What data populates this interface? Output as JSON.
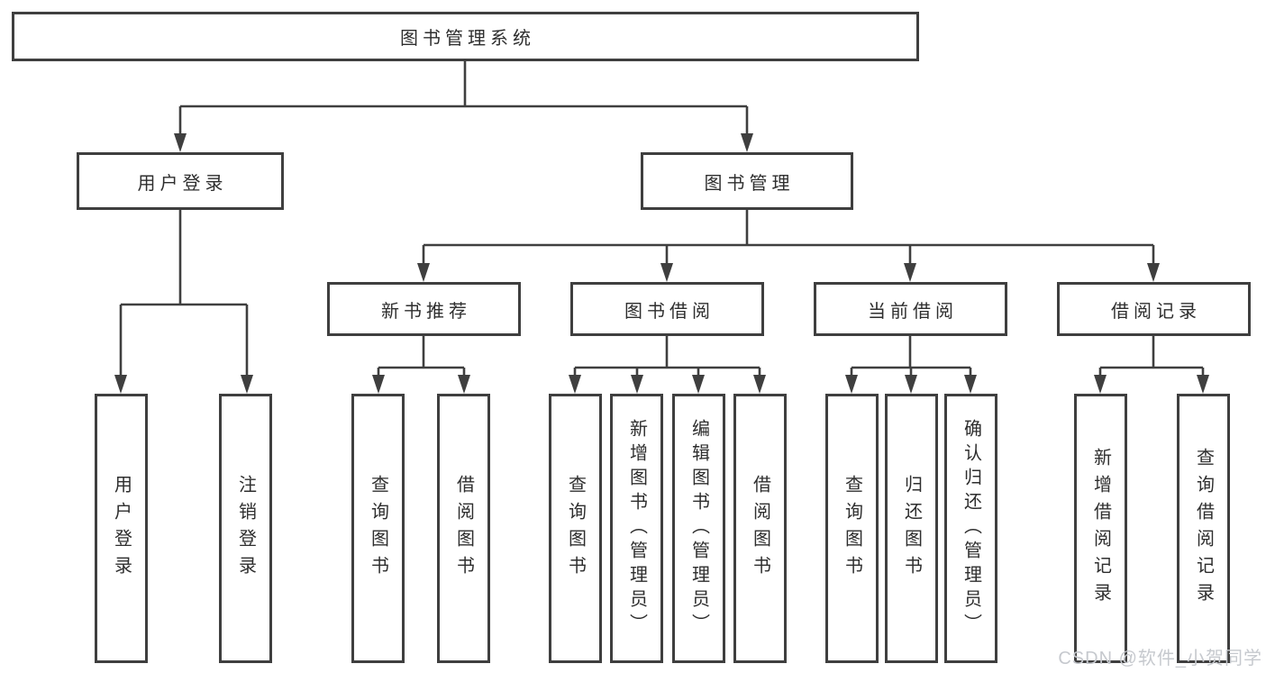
{
  "diagram": {
    "root": {
      "label": "图书管理系统"
    },
    "level2": [
      {
        "id": "user-login",
        "label": "用户登录"
      },
      {
        "id": "book-management",
        "label": "图书管理"
      }
    ],
    "level3": [
      {
        "id": "new-book-recommend",
        "label": "新书推荐"
      },
      {
        "id": "book-borrowing",
        "label": "图书借阅"
      },
      {
        "id": "current-borrowing",
        "label": "当前借阅"
      },
      {
        "id": "borrowing-records",
        "label": "借阅记录"
      }
    ],
    "level4": [
      {
        "id": "user-login-leaf",
        "label": "用户登录"
      },
      {
        "id": "logout",
        "label": "注销登录"
      },
      {
        "id": "query-books-recommend",
        "label": "查询图书"
      },
      {
        "id": "borrow-book-recommend",
        "label": "借阅图书"
      },
      {
        "id": "query-books-borrowing",
        "label": "查询图书"
      },
      {
        "id": "add-book-admin",
        "label": "新增图书（管理员）"
      },
      {
        "id": "edit-book-admin",
        "label": "编辑图书（管理员）"
      },
      {
        "id": "borrow-book-borrowing",
        "label": "借阅图书"
      },
      {
        "id": "query-books-current",
        "label": "查询图书"
      },
      {
        "id": "return-book",
        "label": "归还图书"
      },
      {
        "id": "confirm-return-admin",
        "label": "确认归还（管理员）"
      },
      {
        "id": "add-borrow-record",
        "label": "新增借阅记录"
      },
      {
        "id": "query-borrow-record",
        "label": "查询借阅记录"
      }
    ],
    "watermark": "CSDN @软件_小贺同学",
    "colors": {
      "line": "#3f3f3f",
      "text": "#2e2e2e",
      "watermark": "#c6c9ce",
      "background": "#ffffff"
    }
  }
}
